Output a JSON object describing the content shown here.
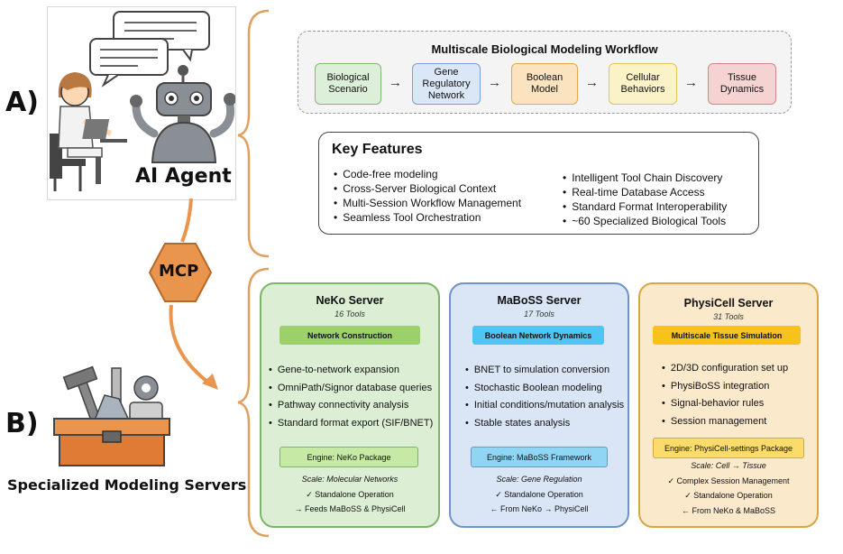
{
  "labels": {
    "section_a": "A)",
    "section_b": "B)",
    "agent": "AI Agent",
    "mcp": "MCP",
    "servers_caption": "Specialized Modeling Servers"
  },
  "workflow": {
    "title": "Multiscale Biological Modeling Workflow",
    "steps": [
      {
        "label": "Biological\nScenario",
        "fill": "#dcefd8",
        "border": "#82b873"
      },
      {
        "label": "Gene\nRegulatory\nNetwork",
        "fill": "#dbe6f6",
        "border": "#7b9fd4"
      },
      {
        "label": "Boolean\nModel",
        "fill": "#fbe3bf",
        "border": "#e5a948"
      },
      {
        "label": "Cellular\nBehaviors",
        "fill": "#fcf2c8",
        "border": "#e2c552"
      },
      {
        "label": "Tissue\nDynamics",
        "fill": "#f6d3d3",
        "border": "#d98585"
      }
    ],
    "arrow": "→"
  },
  "features": {
    "title": "Key Features",
    "left": [
      "Code-free modeling",
      "Cross-Server Biological Context",
      "Multi-Session Workflow Management",
      "Seamless Tool Orchestration"
    ],
    "right": [
      "Intelligent Tool Chain Discovery",
      "Real-time Database Access",
      "Standard Format Interoperability",
      "~60 Specialized Biological Tools"
    ]
  },
  "servers": [
    {
      "name": "NeKo Server",
      "tools": "16 Tools",
      "tag": "Network Construction",
      "items": [
        "Gene-to-network expansion",
        "OmniPath/Signor database queries",
        "Pathway connectivity analysis",
        "Standard format export (SIF/BNET)"
      ],
      "engine": "Engine: NeKo Package",
      "footer": [
        "Scale: Molecular Networks",
        "✓ Standalone Operation",
        "→ Feeds MaBoSS & PhysiCell"
      ],
      "colors": {
        "fill": "#dcefd5",
        "border": "#7cb56a",
        "tag": "#9cd06a",
        "engine": "#c6e9a6"
      }
    },
    {
      "name": "MaBoSS Server",
      "tools": "17 Tools",
      "tag": "Boolean Network Dynamics",
      "items": [
        "BNET to simulation conversion",
        "Stochastic Boolean modeling",
        "Initial conditions/mutation analysis",
        "Stable states analysis"
      ],
      "engine": "Engine: MaBoSS Framework",
      "footer": [
        "Scale: Gene Regulation",
        "✓ Standalone Operation",
        "← From NeKo → PhysiCell"
      ],
      "colors": {
        "fill": "#dae6f6",
        "border": "#6f93c9",
        "tag": "#4fc6f2",
        "engine": "#8fd6f5"
      }
    },
    {
      "name": "PhysiCell Server",
      "tools": "31 Tools",
      "tag": "Multiscale Tissue Simulation",
      "items": [
        "2D/3D configuration set up",
        "PhysiBoSS integration",
        "Signal-behavior rules",
        "Session management"
      ],
      "engine": "Engine: PhysiCell-settings Package",
      "footer": [
        "Scale: Cell → Tissue",
        "✓ Complex Session Management",
        "✓ Standalone Operation",
        "← From NeKo & MaBoSS"
      ],
      "colors": {
        "fill": "#fbe9cc",
        "border": "#d9a640",
        "tag": "#f7c21a",
        "engine": "#fbdb6a"
      }
    }
  ],
  "colors": {
    "brace": "#e0a060",
    "mcp_fill": "#e9954d",
    "mcp_border": "#b56a26"
  }
}
